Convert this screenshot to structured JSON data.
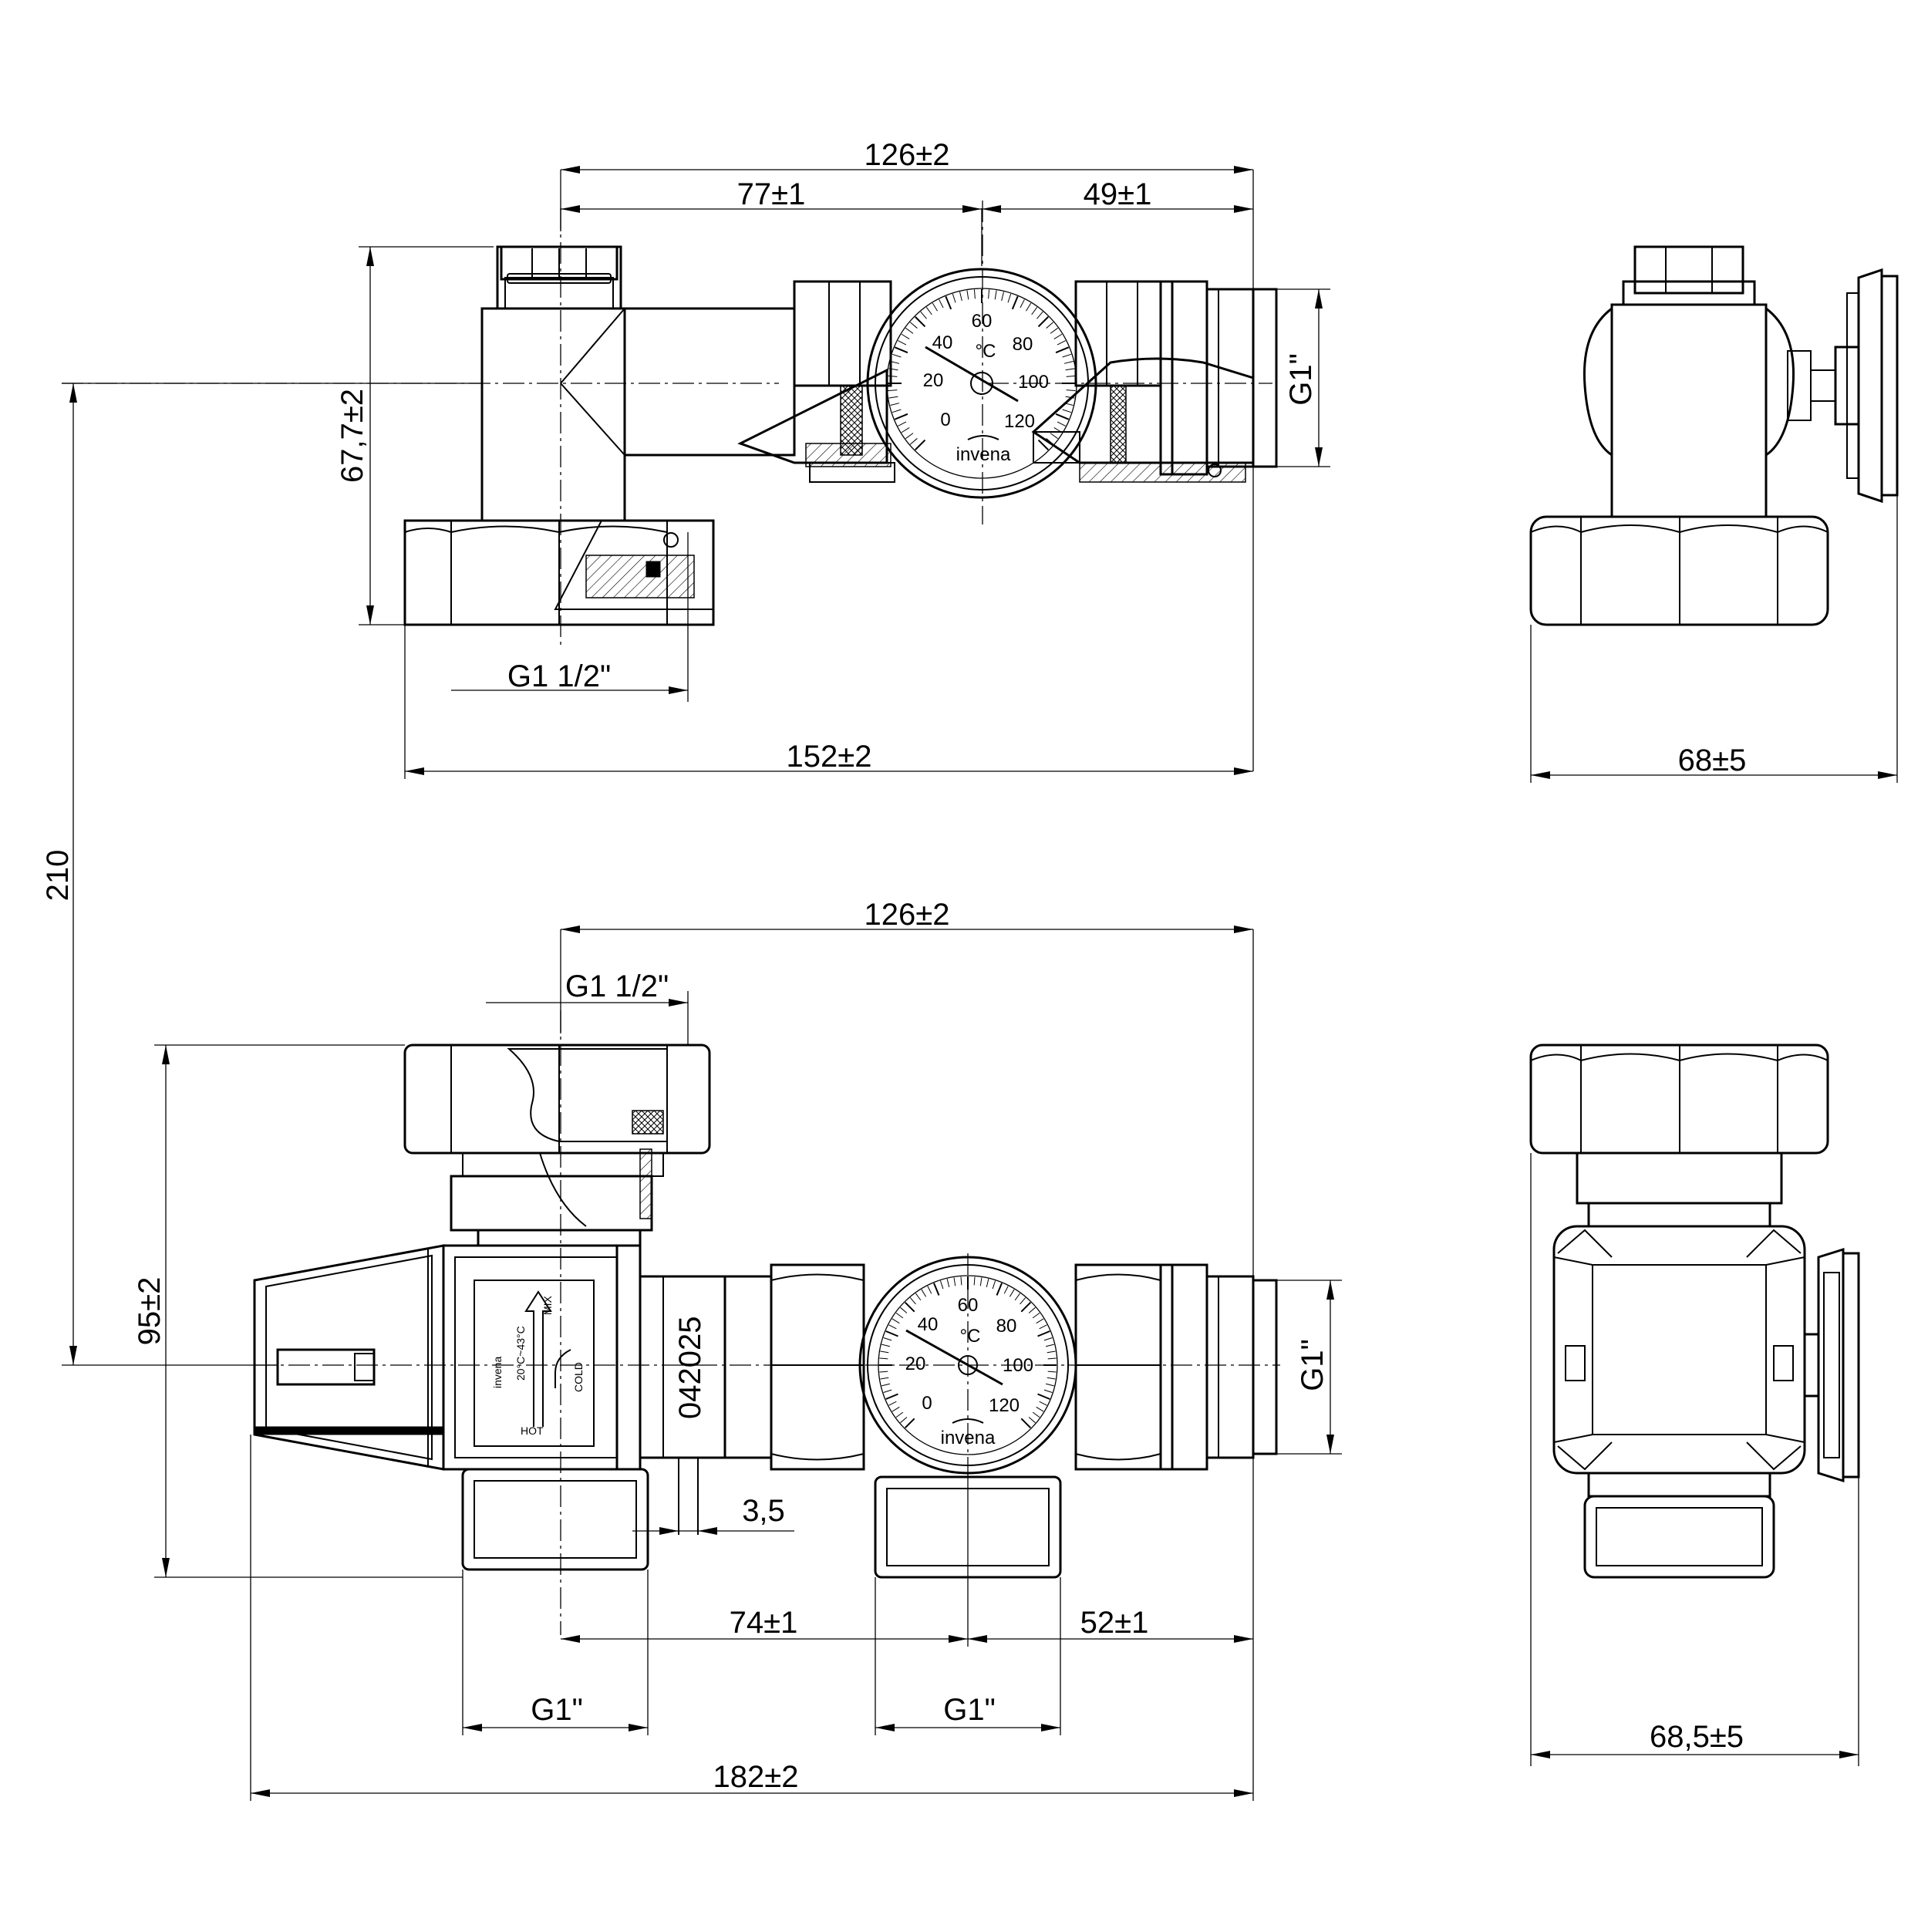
{
  "drawing": {
    "top_view": {
      "dim_overall_width": "126±2",
      "dim_left_part": "77±1",
      "dim_right_part": "49±1",
      "dim_height": "67,7±2",
      "dim_thread_outlet": "G1\"",
      "dim_thread_inlet": "G1 1/2\"",
      "dim_total_length": "152±2"
    },
    "side_view_top": {
      "dim_width": "68±5"
    },
    "front_view": {
      "dim_overall_width": "126±2",
      "dim_thread_top": "G1 1/2\"",
      "dim_height": "95±2",
      "dim_thread_right": "G1\"",
      "dim_gap": "3,5",
      "dim_left_part": "74±1",
      "dim_right_part": "52±1",
      "dim_thread_bottom_left": "G1\"",
      "dim_thread_bottom_mid": "G1\"",
      "dim_total_length": "182±2",
      "body_marking": "042025"
    },
    "side_view_bottom": {
      "dim_width": "68,5±5"
    },
    "vertical_span": "210",
    "thermometer": {
      "scale": [
        "0",
        "20",
        "40",
        "60",
        "80",
        "100",
        "120"
      ],
      "unit": "°C",
      "brand": "invena"
    },
    "valve_label": {
      "brand": "invena",
      "range": "20°C~43°C",
      "hot": "HOT",
      "cold": "COLD",
      "mix": "MIX"
    }
  }
}
